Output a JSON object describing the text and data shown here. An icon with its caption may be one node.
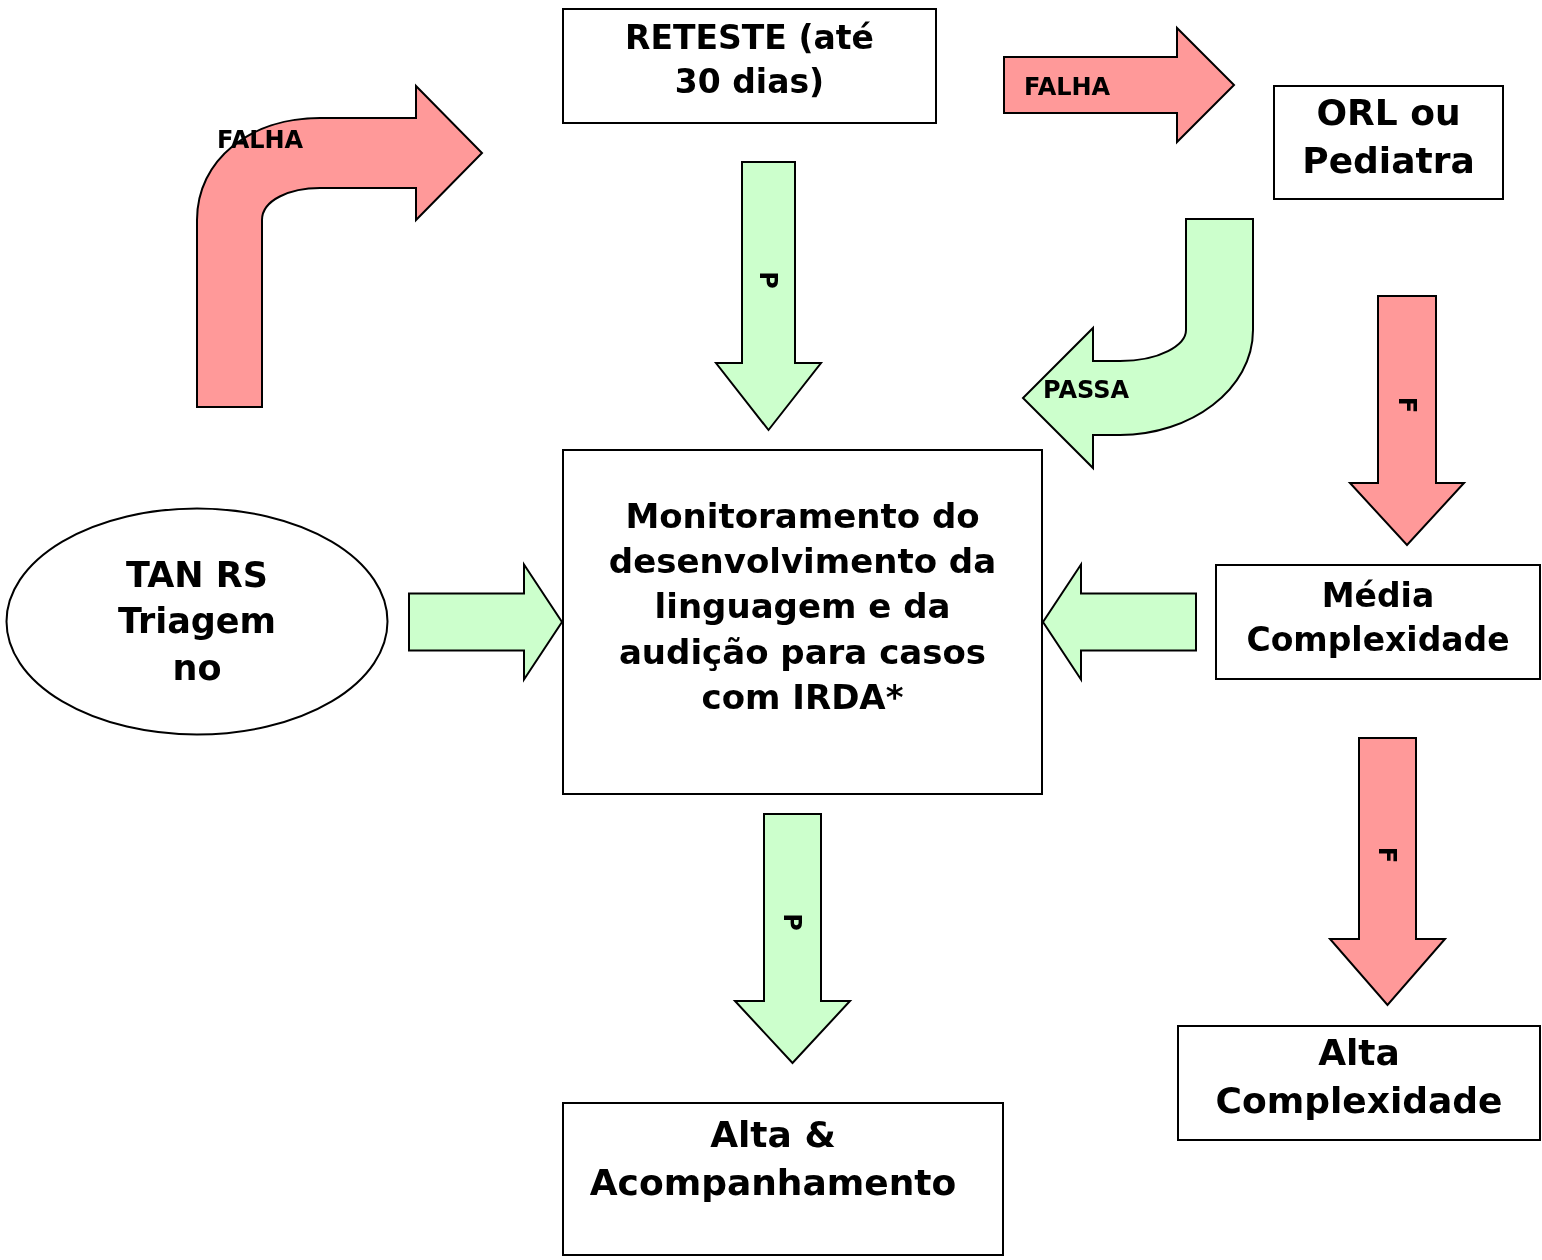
{
  "diagram": {
    "nodes": [
      {
        "text": [
          "RETESTE (até 30 dias)"
        ]
      },
      {
        "text": [
          "ORL ou Pediatra"
        ]
      },
      {
        "text": [
          "TAN RS Triagem no"
        ]
      },
      {
        "text": [
          "Monitoramento do desenvolvimento da linguagem e da audição para casos com IRDA*"
        ]
      },
      {
        "text": [
          "Média Complexidade"
        ]
      },
      {
        "text": [
          "Alta & Acompanhamento"
        ]
      },
      {
        "text": [
          "Alta Complexidade"
        ]
      }
    ],
    "edges": [
      {
        "from": 2,
        "to": 0,
        "arrow": "to",
        "label": "FALHA",
        "color": "#ff9999"
      },
      {
        "from": 0,
        "to": 3,
        "arrow": "to",
        "label": "P"
      },
      {
        "from": 0,
        "to": 1,
        "arrow": "to",
        "label": "FALHA",
        "color": "#ff9999"
      },
      {
        "from": 1,
        "to": 3,
        "arrow": "to",
        "label": "PASSA"
      },
      {
        "from": 1,
        "to": 4,
        "arrow": "to",
        "label": "F",
        "color": "#ff9999"
      },
      {
        "from": 2,
        "to": 3,
        "arrow": "to"
      },
      {
        "from": 4,
        "to": 3,
        "arrow": "to"
      },
      {
        "from": 3,
        "to": 5,
        "arrow": "to",
        "label": "P"
      },
      {
        "from": 4,
        "to": 6,
        "arrow": "to",
        "label": "F",
        "color": "#ff9999"
      }
    ]
  }
}
